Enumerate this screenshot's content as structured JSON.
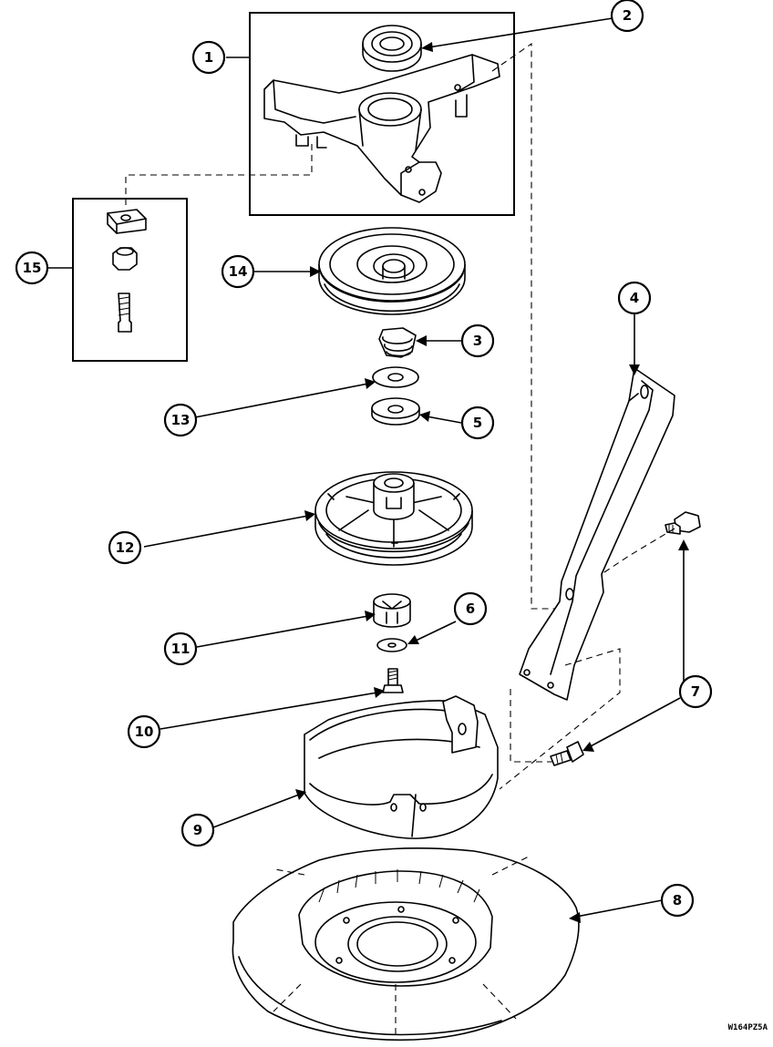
{
  "diagram": {
    "type": "exploded-parts-view",
    "callouts": [
      {
        "id": "c1",
        "label": "1"
      },
      {
        "id": "c2",
        "label": "2"
      },
      {
        "id": "c3",
        "label": "3"
      },
      {
        "id": "c4",
        "label": "4"
      },
      {
        "id": "c5",
        "label": "5"
      },
      {
        "id": "c6",
        "label": "6"
      },
      {
        "id": "c7",
        "label": "7"
      },
      {
        "id": "c8",
        "label": "8"
      },
      {
        "id": "c9",
        "label": "9"
      },
      {
        "id": "c10",
        "label": "10"
      },
      {
        "id": "c11",
        "label": "11"
      },
      {
        "id": "c12",
        "label": "12"
      },
      {
        "id": "c13",
        "label": "13"
      },
      {
        "id": "c14",
        "label": "14"
      },
      {
        "id": "c15",
        "label": "15"
      }
    ],
    "drawing_code": "W164PZ5A"
  }
}
